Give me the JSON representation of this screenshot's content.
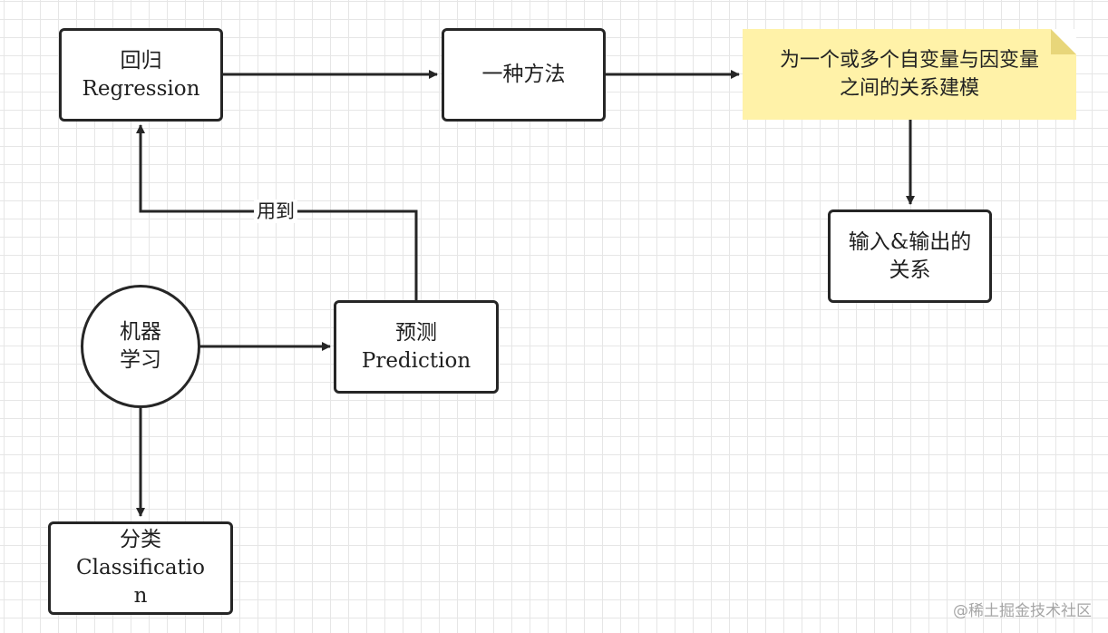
{
  "nodes": {
    "regression": {
      "line1": "回归",
      "line2": "Regression"
    },
    "method": {
      "label": "一种方法"
    },
    "note": {
      "line1": "为一个或多个自变量与因变量",
      "line2": "之间的关系建模"
    },
    "io": {
      "line1": "输入&输出的",
      "line2": "关系"
    },
    "ml": {
      "line1": "机器",
      "line2": "学习"
    },
    "prediction": {
      "line1": "预测",
      "line2": "Prediction"
    },
    "classification": {
      "line1": "分类",
      "line2": "Classificatio",
      "line3": "n"
    }
  },
  "edges": {
    "uses_label": "用到"
  },
  "watermark": "@稀土掘金技术社区",
  "colors": {
    "stroke": "#262626",
    "note_fill": "#fff2a8",
    "grid": "#e6e6e6"
  }
}
